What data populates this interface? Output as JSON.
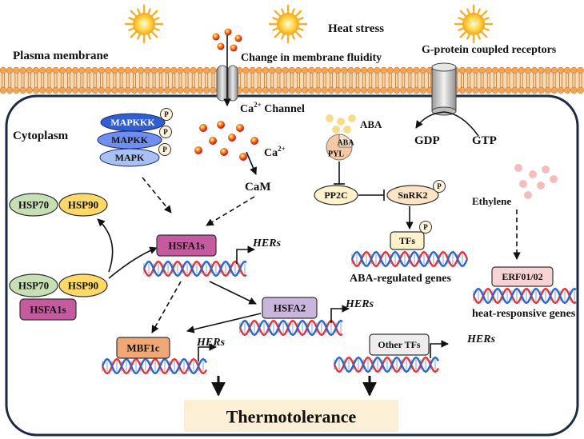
{
  "labels": {
    "heat_stress": "Heat stress",
    "plasma_membrane": "Plasma membrane",
    "membrane_fluidity": "Change in membrane fluidity",
    "gpcr": "G-protein coupled receptors",
    "ca_channel": "Ca",
    "ca_channel_sup": "2+",
    "ca_channel_rest": " Channel",
    "cytoplasm": "Cytoplasm",
    "ca_ion": "Ca",
    "ca_ion_sup": "2+",
    "cam": "CaM",
    "aba": "ABA",
    "gdp": "GDP",
    "gtp": "GTP",
    "ethylene": "Ethylene",
    "aba_genes": "ABA-regulated genes",
    "heat_genes": "heat-responsive genes",
    "thermotolerance": "Thermotolerance"
  },
  "kinases": {
    "mapkkk": "MAPKKK",
    "mapkk": "MAPKK",
    "mapk": "MAPK",
    "p": "P"
  },
  "proteins": {
    "hsp70": "HSP70",
    "hsp90": "HSP90",
    "hsfa1s": "HSFA1s",
    "hsfa2": "HSFA2",
    "mbf1c": "MBF1c",
    "other_tfs": "Other TFs",
    "pp2c": "PP2C",
    "snrk2": "SnRK2",
    "tfs": "TFs",
    "erf": "ERF01/02",
    "receptor_aba": "ABA",
    "receptor_pyl": "PYL"
  },
  "hers": "HERs",
  "colors": {
    "membrane_head": "#f2a55a",
    "mapkkk": "#2f5fd0",
    "mapkk": "#6f8ef0",
    "mapk": "#a9c0f3",
    "hsp70": "#c6e0b4",
    "hsp90": "#ffd966",
    "hsfa1s": "#c55a9e",
    "hsfa2": "#c9b6dd",
    "mbf1c": "#f0a877",
    "other_tfs": "#ededed",
    "pp2c": "#fff2cc",
    "tfs": "#fff2cc",
    "erf": "#f8d3d3",
    "thermo_bg": "#fbf0d6",
    "dna_red": "#e0343a",
    "dna_blue": "#2f64c8"
  }
}
